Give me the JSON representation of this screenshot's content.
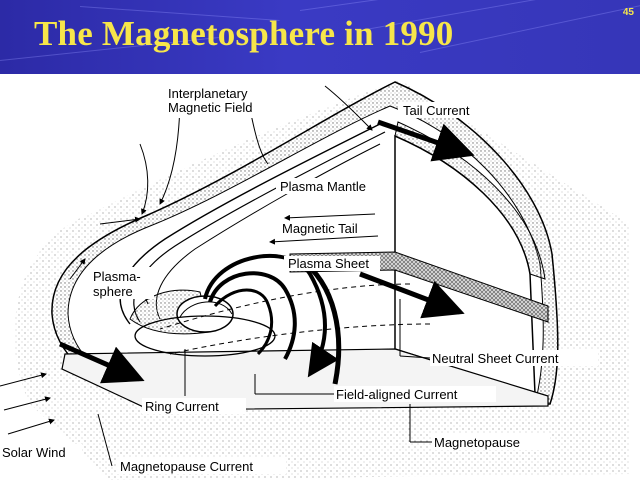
{
  "slide": {
    "title": "The Magnetosphere in 1990",
    "slide_number": "45",
    "colors": {
      "header_bg": "#3636b8",
      "title": "#f7e64a",
      "ink": "#000000",
      "stipple": "#9a9a9a"
    }
  },
  "diagram": {
    "labels": {
      "interplanetary_line1": "Interplanetary",
      "interplanetary_line2": "Magnetic Field",
      "tail_current": "Tail Current",
      "plasma_mantle": "Plasma Mantle",
      "magnetic_tail": "Magnetic Tail",
      "plasma_sheet": "Plasma Sheet",
      "plasmasphere_line1": "Plasma-",
      "plasmasphere_line2": "sphere",
      "neutral_sheet_current": "Neutral Sheet Current",
      "field_aligned_current": "Field-aligned Current",
      "ring_current": "Ring Current",
      "magnetopause": "Magnetopause",
      "solar_wind": "Solar Wind",
      "magnetopause_current": "Magnetopause Current"
    }
  }
}
